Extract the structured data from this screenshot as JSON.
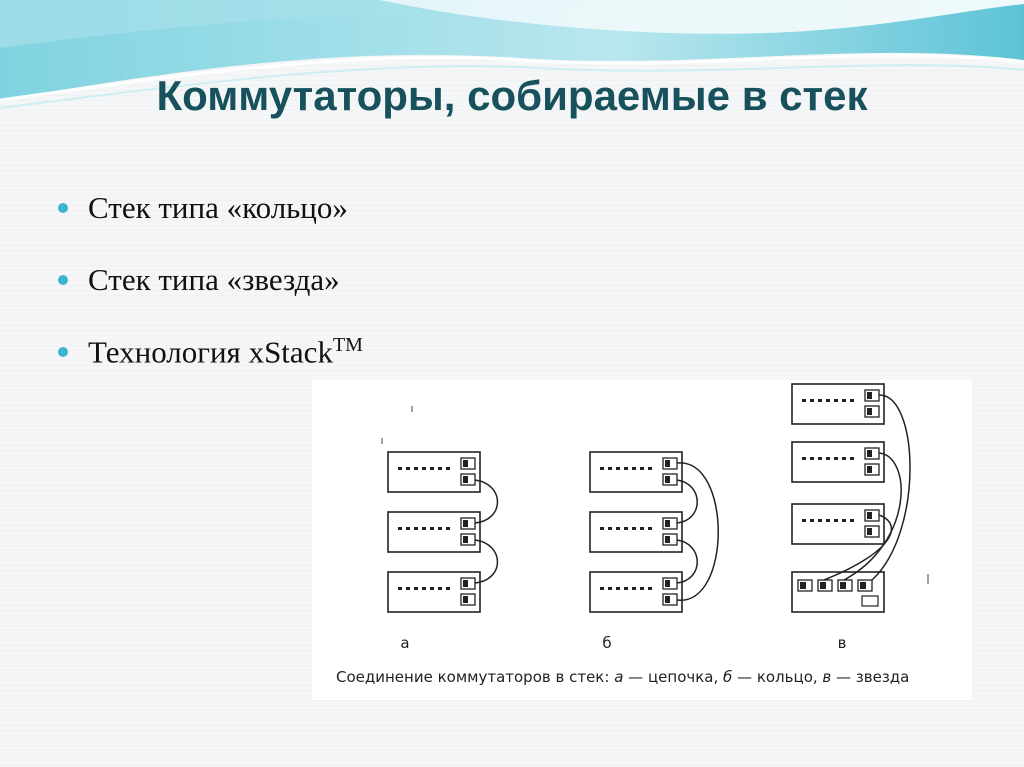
{
  "slide": {
    "title": "Коммутаторы, собираемые в стек",
    "bullets": [
      {
        "text": "Стек типа «кольцо»",
        "sup": ""
      },
      {
        "text": "Стек типа «звезда»",
        "sup": ""
      },
      {
        "text": "Технология xStack",
        "sup": "TM"
      }
    ],
    "accent_color": "#3bb6c9",
    "title_color": "#17515c"
  },
  "figure": {
    "panel_labels": [
      "а",
      "б",
      "в"
    ],
    "caption": {
      "prefix": "Соединение коммутаторов в стек: ",
      "a_letter": "а",
      "a_text": " — цепочка, ",
      "b_letter": "б",
      "b_text": " — кольцо, ",
      "c_letter": "в",
      "c_text": " — звезда"
    }
  }
}
